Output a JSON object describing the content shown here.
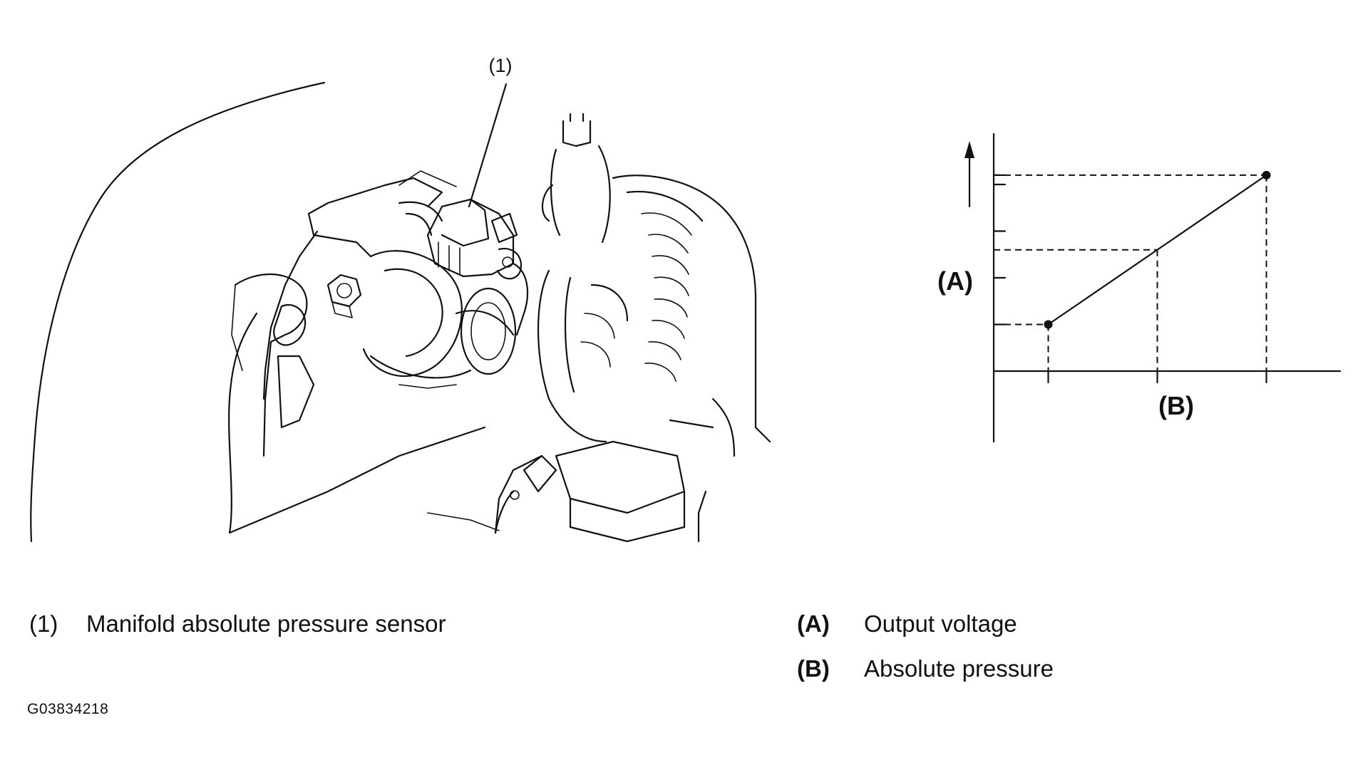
{
  "callout": {
    "number": "(1)"
  },
  "graph": {
    "y_axis_letter": "(A)",
    "x_axis_letter": "(B)"
  },
  "legend": [
    {
      "key": "(1)",
      "text": "Manifold absolute pressure sensor"
    },
    {
      "key": "(A)",
      "text": "Output voltage"
    },
    {
      "key": "(B)",
      "text": "Absolute pressure"
    }
  ],
  "figure_code": "G03834218",
  "chart_data": {
    "type": "line",
    "xlabel": "(B)",
    "ylabel": "(A)",
    "series": [
      {
        "x": [
          1,
          3,
          5
        ],
        "y": [
          1,
          2.6,
          4.2
        ]
      }
    ],
    "grid": false
  }
}
